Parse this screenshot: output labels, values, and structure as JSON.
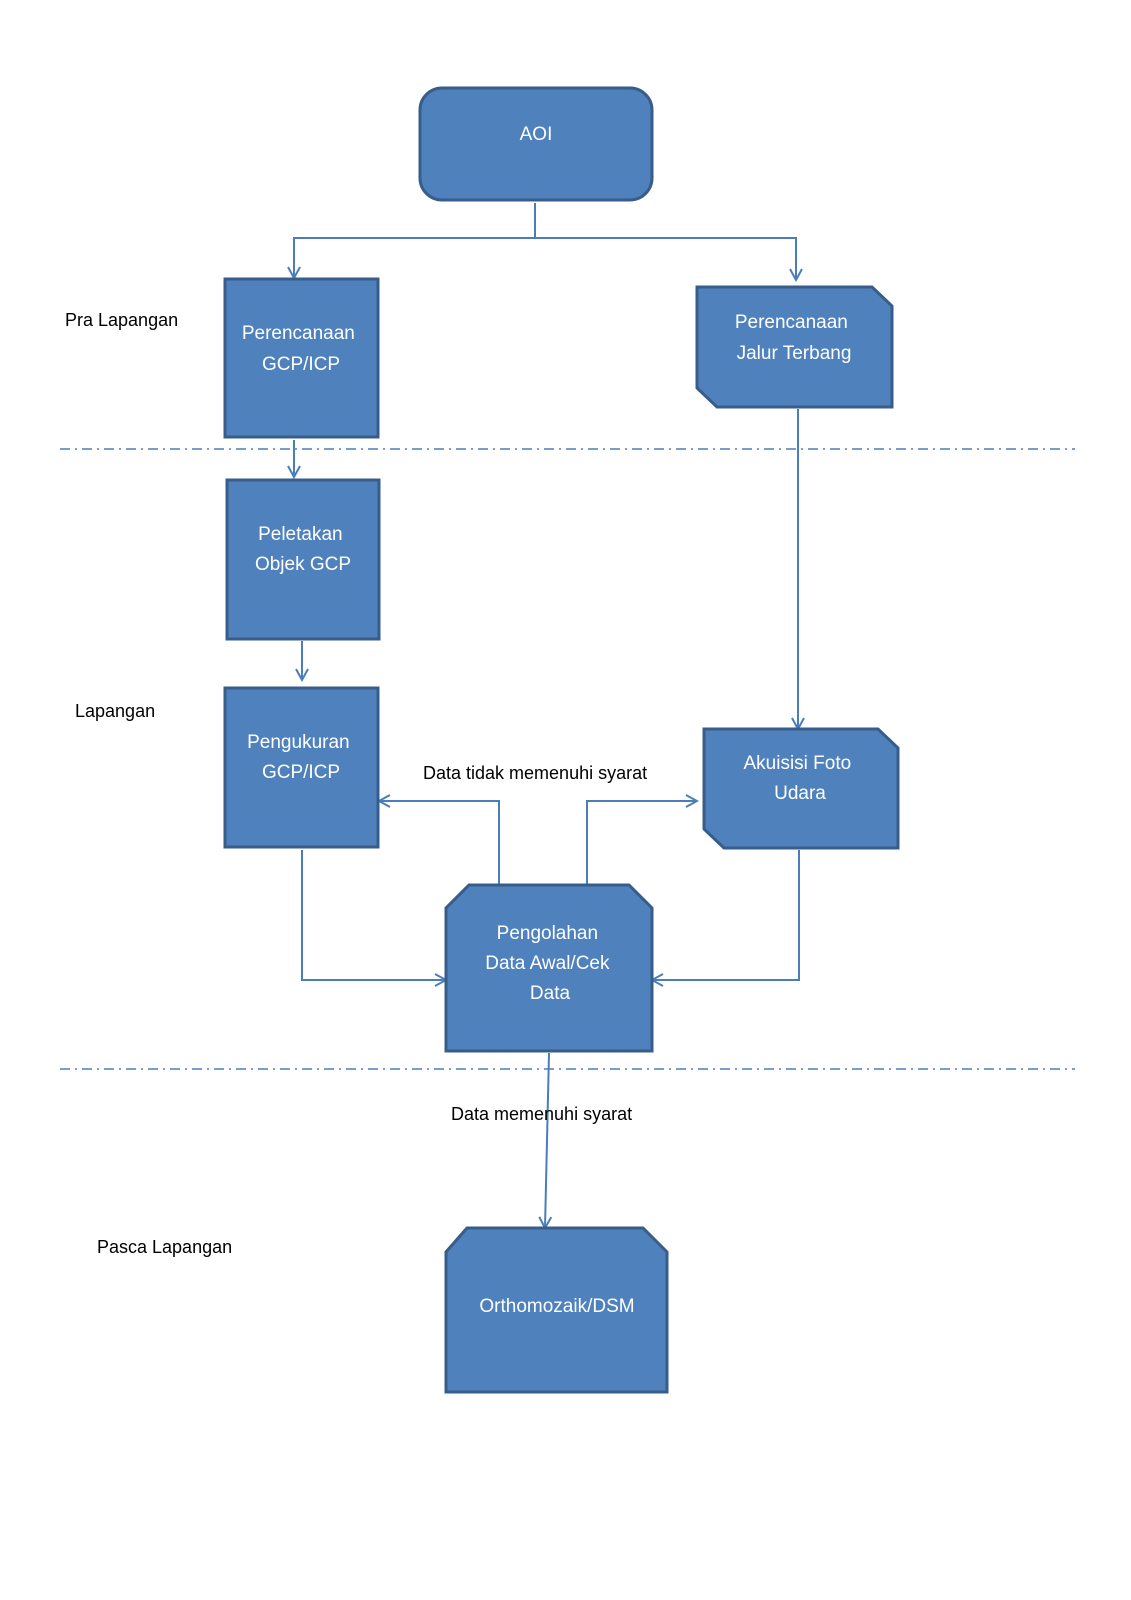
{
  "phases": {
    "pra_lapangan": "Pra Lapangan",
    "lapangan": "Lapangan",
    "pasca_lapangan": "Pasca Lapangan"
  },
  "nodes": {
    "aoi": [
      "AOI"
    ],
    "perencanaan_gcp": [
      "Perencanaan",
      "GCP/ICP"
    ],
    "perencanaan_jalur": [
      "Perencanaan",
      "Jalur Terbang"
    ],
    "peletakan": [
      "Peletakan",
      "Objek GCP"
    ],
    "pengukuran": [
      "Pengukuran",
      "GCP/ICP"
    ],
    "akuisisi": [
      "Akuisisi Foto",
      "Udara"
    ],
    "pengolahan": [
      "Pengolahan",
      "Data Awal/Cek",
      "Data"
    ],
    "ortho": [
      "Orthomozaik/DSM"
    ]
  },
  "edge_labels": {
    "not_ok": "Data tidak memenuhi syarat",
    "ok": "Data memenuhi syarat"
  },
  "colors": {
    "box_fill": "#4f81bd",
    "box_stroke": "#385d8a",
    "connector": "#4a7ebb"
  }
}
